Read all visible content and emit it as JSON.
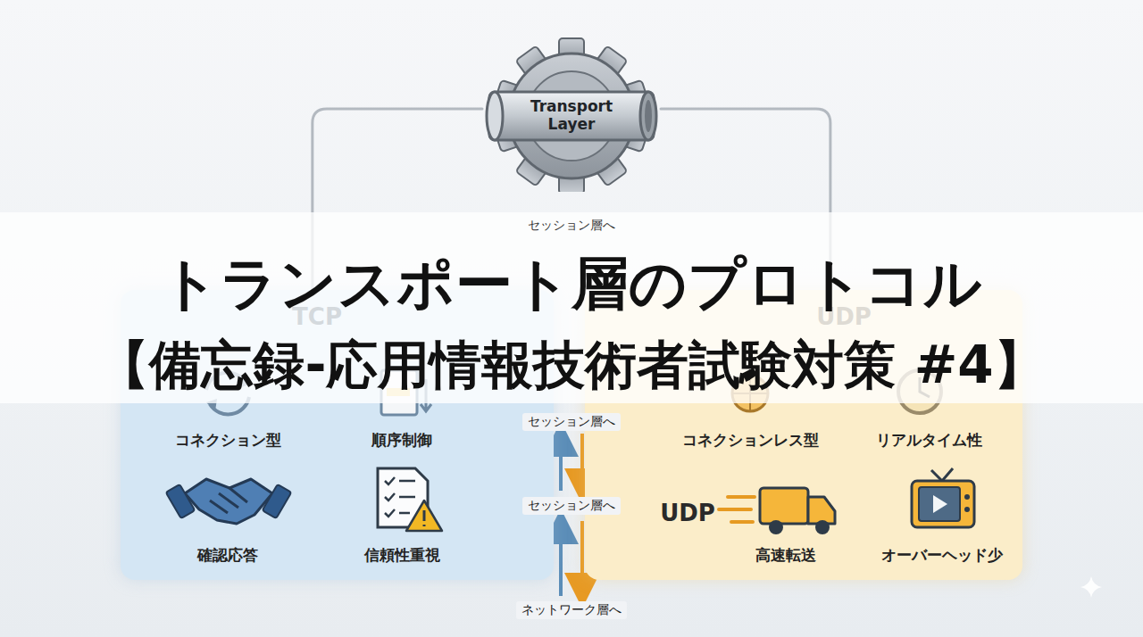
{
  "diagram": {
    "title": "トランスポート層のプロトコル",
    "nodes": [
      {
        "text": [
          "Transport Layer"
        ]
      },
      {
        "text": [
          "TCP",
          "コネクション型",
          "順序制御",
          "確認応答",
          "信頼性重視"
        ]
      },
      {
        "text": [
          "UDP",
          "コネクションレス型",
          "リアルタイム性",
          "高速転送",
          "オーバーヘッド少"
        ]
      }
    ],
    "edges": [
      {
        "from": 0,
        "to": 1,
        "arrow": "none"
      },
      {
        "from": 0,
        "to": 2,
        "arrow": "none"
      }
    ],
    "labels": [
      "【備忘録-応用情報技術者試験対策 #4】",
      "セッション層へ",
      "セッション層へ",
      "セッション層へ",
      "ネットワーク層へ",
      "UDP"
    ]
  }
}
